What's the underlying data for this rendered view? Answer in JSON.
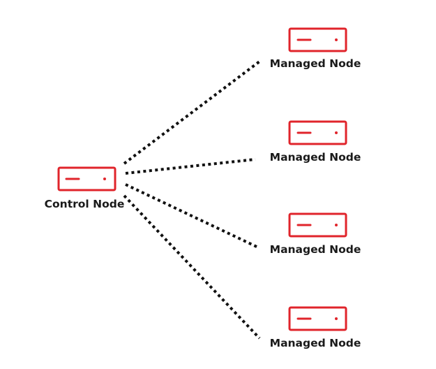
{
  "diagram": {
    "control_node": {
      "label": "Control Node",
      "icon": "server-icon"
    },
    "managed_nodes": [
      {
        "label": "Managed Node",
        "icon": "server-icon"
      },
      {
        "label": "Managed Node",
        "icon": "server-icon"
      },
      {
        "label": "Managed Node",
        "icon": "server-icon"
      },
      {
        "label": "Managed Node",
        "icon": "server-icon"
      }
    ],
    "connector_style": "dotted",
    "colors": {
      "accent": "#e0242b",
      "text": "#1a1a1a",
      "connector": "#111111"
    }
  }
}
